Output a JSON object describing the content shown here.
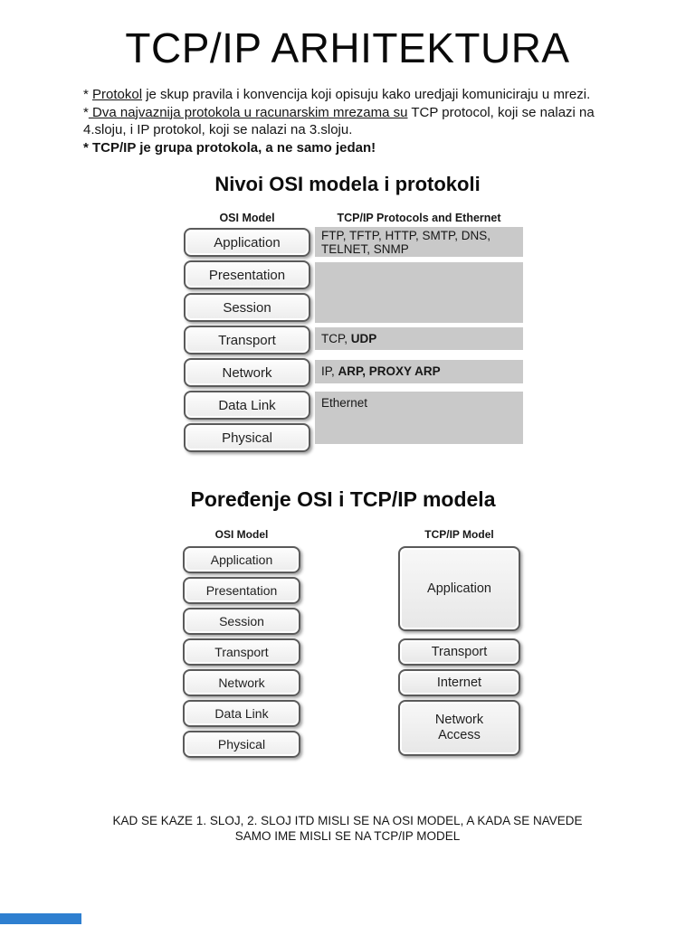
{
  "page": {
    "title": "TCP/IP ARHITEKTURA",
    "intro": {
      "line1_prefix": "* ",
      "line1_underline": "Protokol",
      "line1_rest": " je skup pravila i konvencija koji opisuju kako uredjaji komuniciraju u mrezi.",
      "line2_prefix": "*",
      "line2_underline": " Dva najvaznija protokola u racunarskim mrezama su",
      "line2_rest": " TCP protocol, koji se nalazi na",
      "line3": "4.sloju, i IP protokol, koji se nalazi na 3.sloju.",
      "line4": "* TCP/IP je grupa protokola, a ne samo jedan!"
    },
    "footer": {
      "line1": "KAD SE KAZE 1. SLOJ, 2. SLOJ ITD MISLI SE NA OSI MODEL, A KADA SE NAVEDE",
      "line2": "SAMO IME MISLI SE NA TCP/IP MODEL"
    }
  },
  "diagram1": {
    "title": "Nivoi OSI modela i protokoli",
    "col1_header": "OSI Model",
    "col2_header": "TCP/IP Protocols and Ethernet",
    "layers": [
      "Application",
      "Presentation",
      "Session",
      "Transport",
      "Network",
      "Data Link",
      "Physical"
    ],
    "protocols": {
      "application_line1": "FTP, TFTP, HTTP, SMTP, DNS,",
      "application_line2": "TELNET, SNMP",
      "transport_regular": "TCP, ",
      "transport_bold": "UDP",
      "network_regular": "IP, ",
      "network_bold": "ARP, PROXY ARP",
      "datalink": "Ethernet"
    }
  },
  "diagram2": {
    "title": "Poređenje OSI i TCP/IP modela",
    "col1_header": "OSI Model",
    "col2_header": "TCP/IP Model",
    "osi_layers": [
      "Application",
      "Presentation",
      "Session",
      "Transport",
      "Network",
      "Data Link",
      "Physical"
    ],
    "tcpip_layers": [
      "Application",
      "Transport",
      "Internet",
      "Network Access"
    ]
  },
  "colors": {
    "protocol_bar_gray": "#c9c9c9",
    "loading_indicator_blue": "#2e7fd0"
  }
}
